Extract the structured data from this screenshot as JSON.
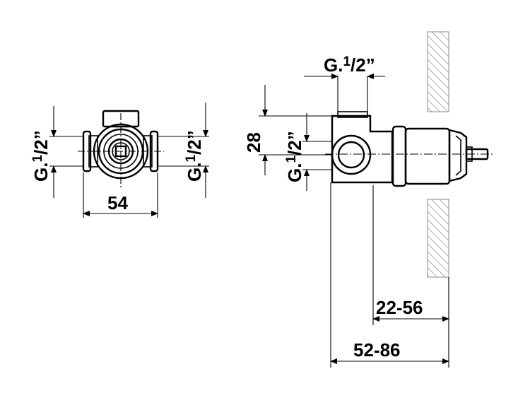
{
  "front_view": {
    "thread_left": {
      "prefix": "G.",
      "num": "1",
      "den": "2",
      "suffix": "”"
    },
    "thread_right": {
      "prefix": "G.",
      "num": "1",
      "den": "2",
      "suffix": "”"
    },
    "width": "54"
  },
  "side_view": {
    "thread_top": {
      "prefix": "G.",
      "num": "1",
      "den": "2",
      "suffix": "”"
    },
    "thread_side": {
      "prefix": "G.",
      "num": "1",
      "den": "2",
      "suffix": "”"
    },
    "offset": "28",
    "depth_short": "22-56",
    "depth_total": "52-86"
  }
}
